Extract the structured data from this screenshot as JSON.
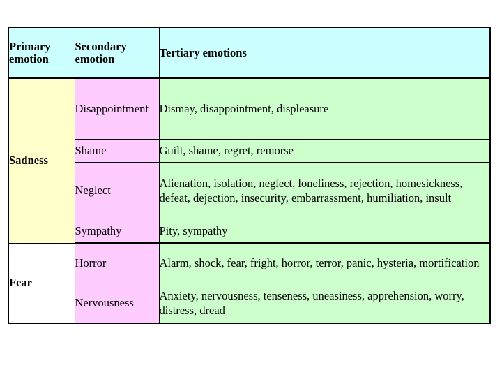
{
  "table": {
    "headers": {
      "primary": "Primary emotion",
      "secondary": "Secondary emotion",
      "tertiary": "Tertiary emotions"
    },
    "colors": {
      "header_bg": "#ccffff",
      "primary_bg": "#ffffcc",
      "primary_fear_bg": "#ffffff",
      "secondary_bg": "#ffccff",
      "tertiary_bg": "#ccffcc",
      "border": "#000000",
      "page_bg": "#ffffff",
      "text": "#000000"
    },
    "groups": [
      {
        "primary": "Sadness",
        "rows": [
          {
            "secondary": "Disappointment",
            "tertiary": "Dismay, disappointment, displeasure"
          },
          {
            "secondary": "Shame",
            "tertiary": "Guilt, shame, regret, remorse"
          },
          {
            "secondary": "Neglect",
            "tertiary": "Alienation, isolation, neglect, loneliness, rejection, homesickness, defeat, dejection, insecurity, embarrassment, humiliation, insult"
          },
          {
            "secondary": "Sympathy",
            "tertiary": "Pity, sympathy"
          }
        ]
      },
      {
        "primary": "Fear",
        "rows": [
          {
            "secondary": "Horror",
            "tertiary": "Alarm, shock, fear, fright, horror, terror, panic, hysteria, mortification"
          },
          {
            "secondary": "Nervousness",
            "tertiary": "Anxiety, nervousness, tenseness, uneasiness, apprehension, worry, distress, dread"
          }
        ]
      }
    ]
  }
}
